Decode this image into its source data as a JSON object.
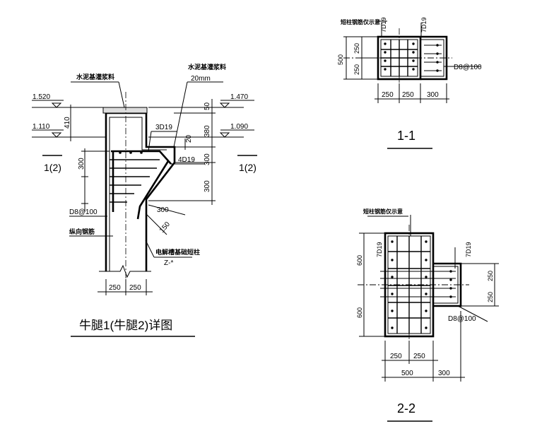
{
  "detail": {
    "cement_label_1": "水泥基灌浆料",
    "cement_label_2": "水泥基灌浆料",
    "cement_thickness": "20mm",
    "elev_1520": "1.520",
    "elev_1110": "1.110",
    "elev_1470": "1.470",
    "elev_1090": "1.090",
    "dim_410": "410",
    "dim_300_left": "300",
    "dim_50": "50",
    "dim_380": "380",
    "dim_20": "20",
    "dim_300_r1": "300",
    "dim_300_r2": "300",
    "dim_300_diag": "300",
    "dim_150": "150",
    "dim_250_a": "250",
    "dim_250_b": "250",
    "rebar_3d19": "3D19",
    "rebar_4d19": "4D19",
    "stirrup": "D8@100",
    "long_bar": "纵向钢筋",
    "column_label": "电解槽基础短柱",
    "column_code": "Z-*",
    "section_mark_left": "1(2)",
    "section_mark_right": "1(2)",
    "title": "牛腿1(牛腿2)详图"
  },
  "section_1": {
    "note": "短柱钢筋仅示意",
    "rebar_a": "7D19",
    "rebar_b": "7D19",
    "dim_500": "500",
    "dim_250_v1": "250",
    "dim_250_v2": "250",
    "stirrup": "D8@100",
    "dim_250_h1": "250",
    "dim_250_h2": "250",
    "dim_300": "300",
    "title": "1-1"
  },
  "section_2": {
    "note": "短柱钢筋仅示意",
    "rebar_a": "7D19",
    "rebar_b": "7D19",
    "dim_600_top": "600",
    "dim_600_bot": "600",
    "dim_250_r1": "250",
    "dim_250_r2": "250",
    "stirrup": "D8@100",
    "dim_250_h1": "250",
    "dim_250_h2": "250",
    "dim_500": "500",
    "dim_300": "300",
    "title": "2-2"
  }
}
